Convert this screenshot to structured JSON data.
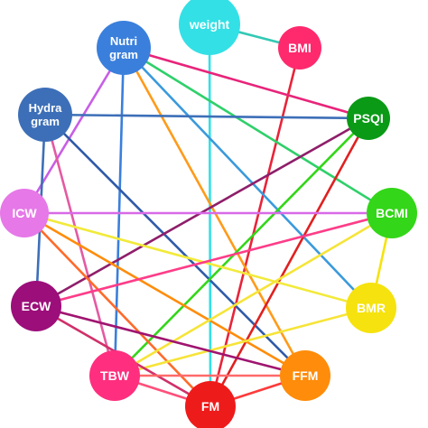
{
  "nodes": [
    {
      "id": "weight",
      "lines": [
        "weight"
      ],
      "color": "#33e0e6"
    },
    {
      "id": "bmi",
      "lines": [
        "BMI"
      ],
      "color": "#ff2a6d"
    },
    {
      "id": "nutrigram",
      "lines": [
        "Nutri",
        "gram"
      ],
      "color": "#3a7fdc"
    },
    {
      "id": "hydragram",
      "lines": [
        "Hydra",
        "gram"
      ],
      "color": "#3d6fb8"
    },
    {
      "id": "psqi",
      "lines": [
        "PSQI"
      ],
      "color": "#0a9a16"
    },
    {
      "id": "icw",
      "lines": [
        "ICW"
      ],
      "color": "#e678e8"
    },
    {
      "id": "bcmi",
      "lines": [
        "BCMI"
      ],
      "color": "#33d618"
    },
    {
      "id": "ecw",
      "lines": [
        "ECW"
      ],
      "color": "#9c0e7a"
    },
    {
      "id": "bmr",
      "lines": [
        "BMR"
      ],
      "color": "#f6e20e"
    },
    {
      "id": "tbw",
      "lines": [
        "TBW"
      ],
      "color": "#ff2e7e"
    },
    {
      "id": "ffm",
      "lines": [
        "FFM"
      ],
      "color": "#ff8c0a"
    },
    {
      "id": "fm",
      "lines": [
        "FM"
      ],
      "color": "#ee1b1b"
    }
  ],
  "edges": [
    {
      "from": "weight",
      "to": "bmi",
      "color": "#33c9b4"
    },
    {
      "from": "weight",
      "to": "fm",
      "color": "#33e0e6"
    },
    {
      "from": "bmi",
      "to": "fm",
      "color": "#e8243a"
    },
    {
      "from": "nutrigram",
      "to": "bcmi",
      "color": "#2fd06a"
    },
    {
      "from": "nutrigram",
      "to": "psqi",
      "color": "#e8247a"
    },
    {
      "from": "nutrigram",
      "to": "tbw",
      "color": "#3a7fdc"
    },
    {
      "from": "nutrigram",
      "to": "ffm",
      "color": "#ff9a1a"
    },
    {
      "from": "nutrigram",
      "to": "bmr",
      "color": "#3a9adc"
    },
    {
      "from": "nutrigram",
      "to": "icw",
      "color": "#c85ee6"
    },
    {
      "from": "hydragram",
      "to": "psqi",
      "color": "#3d6fb8"
    },
    {
      "from": "hydragram",
      "to": "ffm",
      "color": "#2f5aa8"
    },
    {
      "from": "hydragram",
      "to": "tbw",
      "color": "#e45aa2"
    },
    {
      "from": "hydragram",
      "to": "ecw",
      "color": "#3d6fb8"
    },
    {
      "from": "psqi",
      "to": "ecw",
      "color": "#8f1e6a"
    },
    {
      "from": "psqi",
      "to": "fm",
      "color": "#e02020"
    },
    {
      "from": "psqi",
      "to": "tbw",
      "color": "#33d618"
    },
    {
      "from": "icw",
      "to": "bcmi",
      "color": "#d86ae6"
    },
    {
      "from": "icw",
      "to": "bmr",
      "color": "#f2ea3a"
    },
    {
      "from": "icw",
      "to": "fm",
      "color": "#ff6a2a"
    },
    {
      "from": "icw",
      "to": "ffm",
      "color": "#ff8c0a"
    },
    {
      "from": "bcmi",
      "to": "ecw",
      "color": "#ff3c88"
    },
    {
      "from": "bcmi",
      "to": "bmr",
      "color": "#f6e20e"
    },
    {
      "from": "bcmi",
      "to": "tbw",
      "color": "#f6e438"
    },
    {
      "from": "bmr",
      "to": "tbw",
      "color": "#f6e438"
    },
    {
      "from": "ecw",
      "to": "ffm",
      "color": "#a01470"
    },
    {
      "from": "ecw",
      "to": "fm",
      "color": "#d0306a"
    },
    {
      "from": "tbw",
      "to": "ffm",
      "color": "#ff6a6a"
    },
    {
      "from": "tbw",
      "to": "fm",
      "color": "#ff4f7a"
    },
    {
      "from": "fm",
      "to": "ffm",
      "color": "#ff3a3a"
    }
  ]
}
